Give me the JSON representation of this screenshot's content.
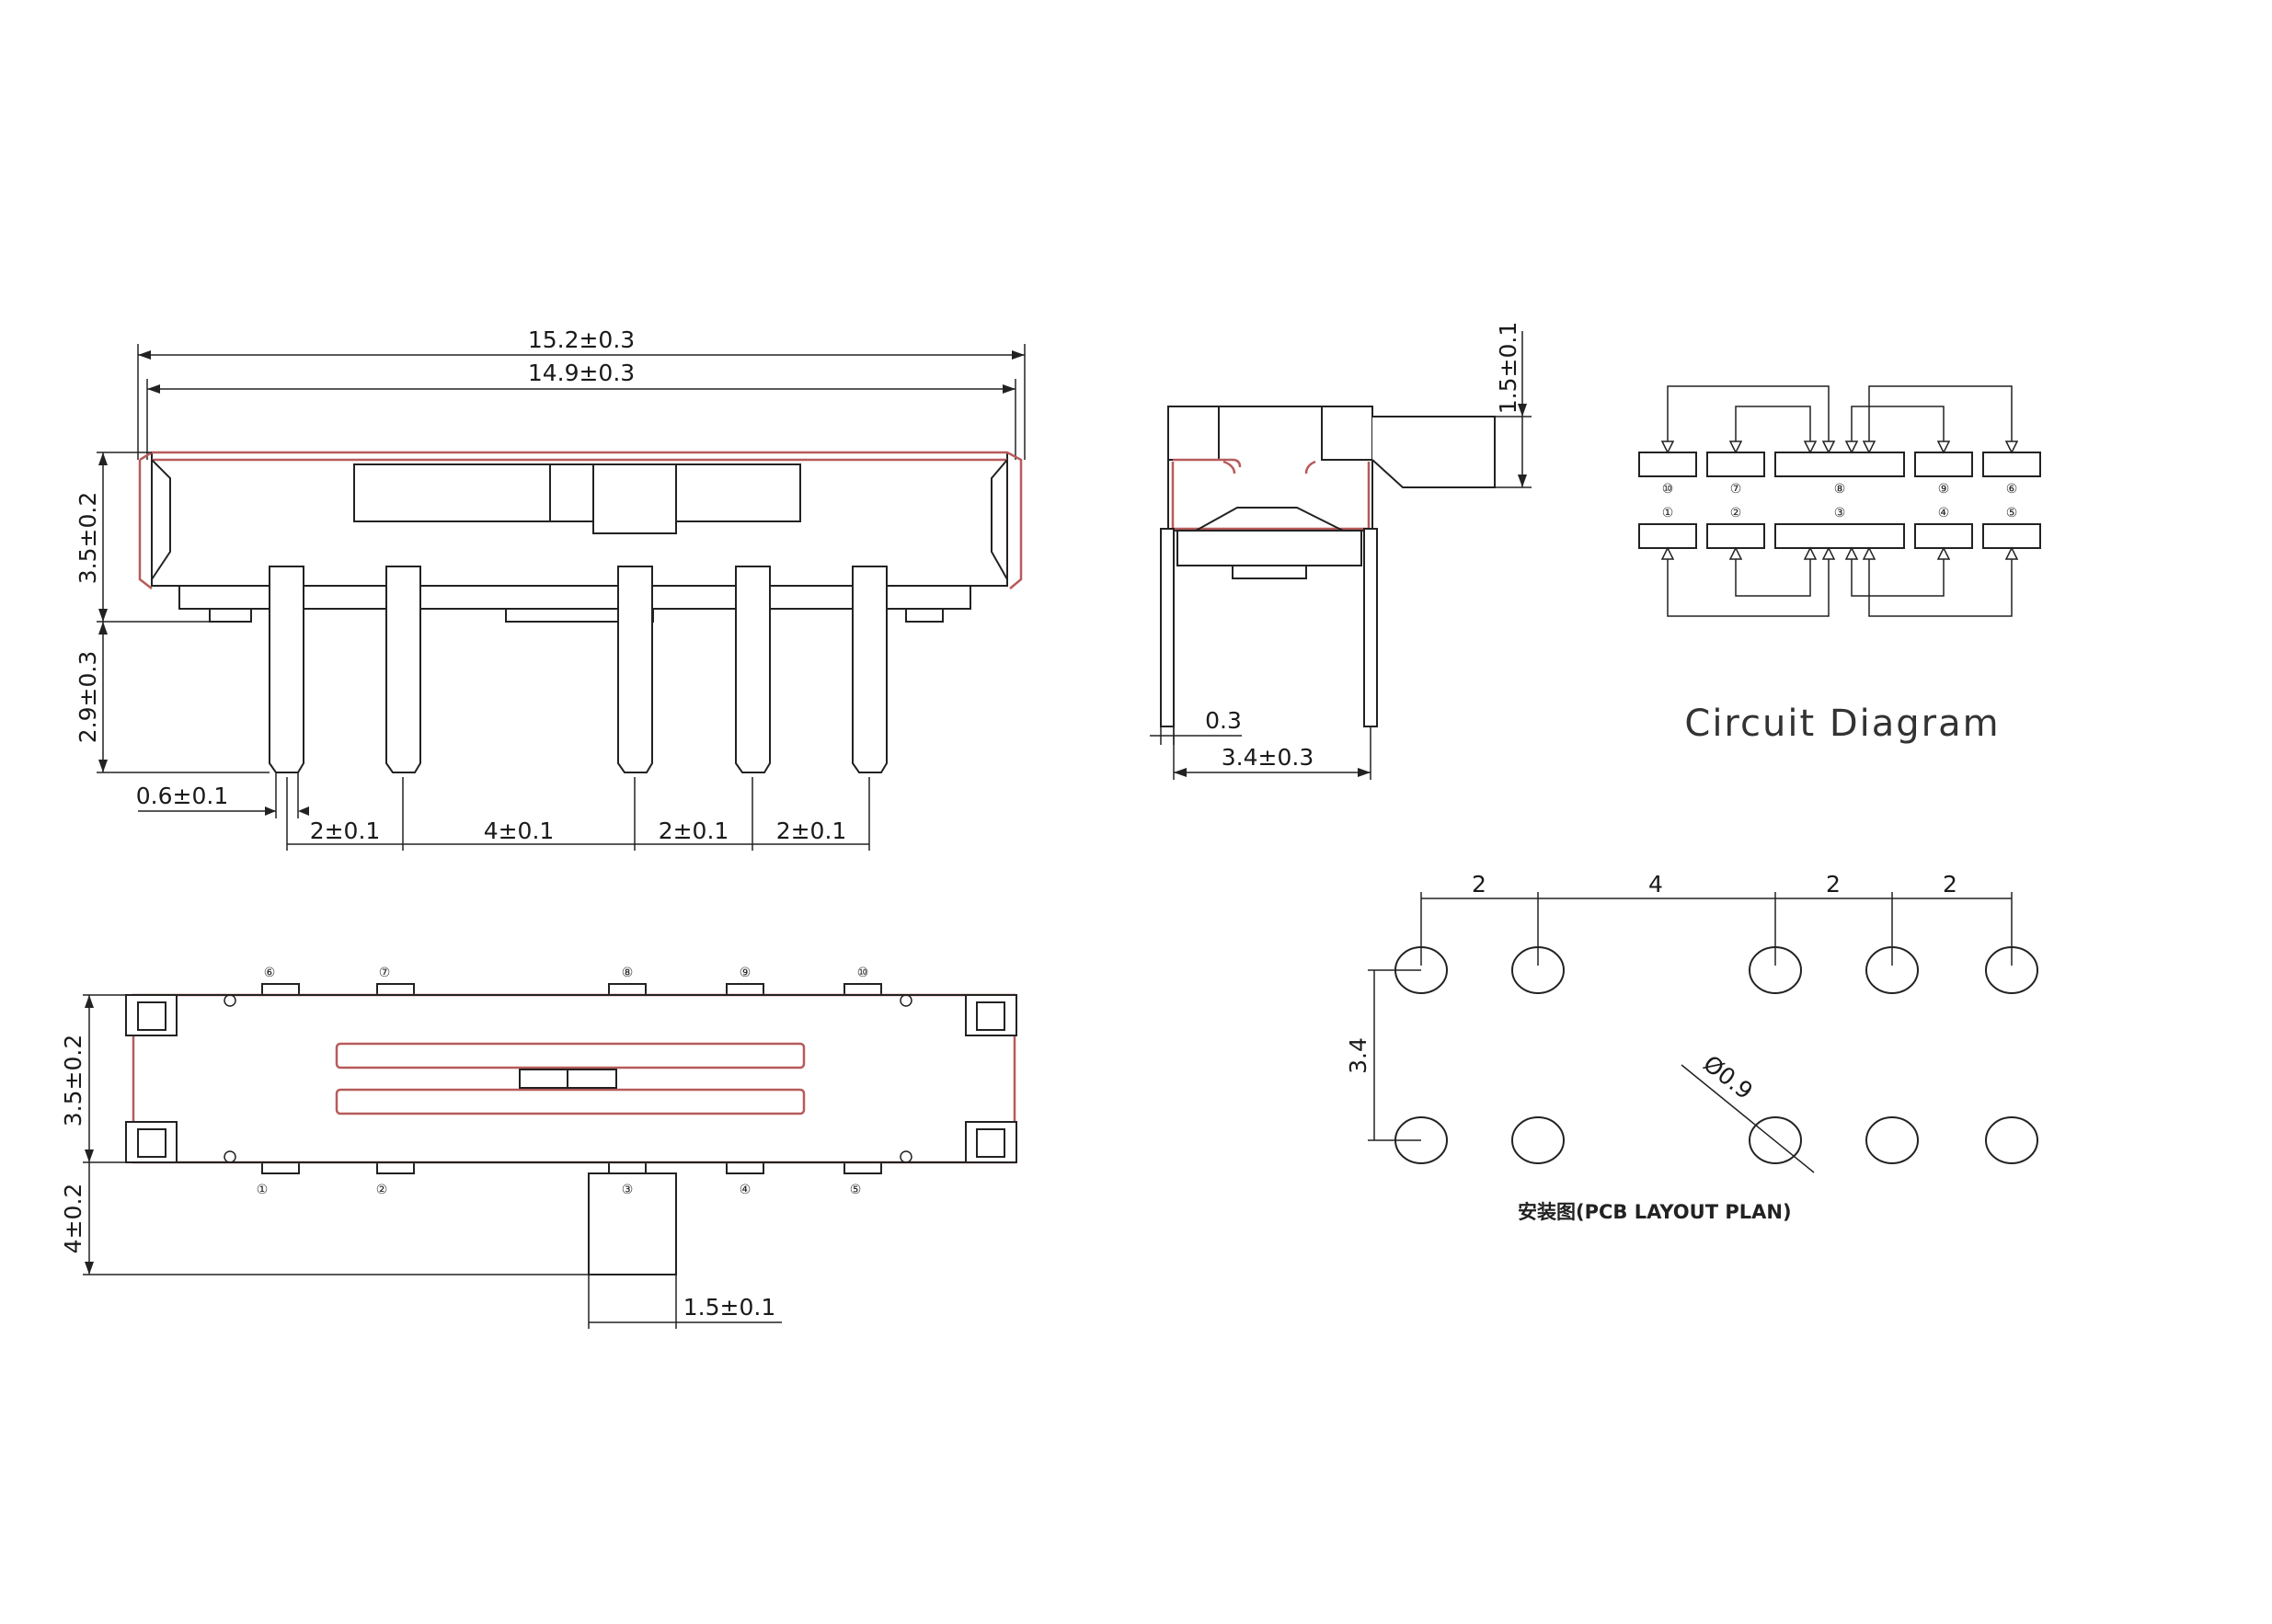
{
  "front_view": {
    "dims": {
      "overall_length": "15.2±0.3",
      "inner_length": "14.9±0.3",
      "body_height": "3.5±0.2",
      "pin_length": "2.9±0.3",
      "pin_width": "0.6±0.1",
      "pitch_1": "2±0.1",
      "pitch_2": "4±0.1",
      "pitch_3": "2±0.1",
      "pitch_4": "2±0.1"
    }
  },
  "side_view": {
    "dims": {
      "actuator_height": "1.5±0.1",
      "pin_thickness": "0.3",
      "depth": "3.4±0.3"
    }
  },
  "circuit": {
    "title": "Circuit Diagram",
    "top_pins": [
      "⑩",
      "⑦",
      "⑧",
      "⑨",
      "⑥"
    ],
    "bottom_pins": [
      "①",
      "②",
      "③",
      "④",
      "⑤"
    ]
  },
  "top_view": {
    "dims": {
      "body_width": "3.5±0.2",
      "actuator_travel": "4±0.2",
      "actuator_width": "1.5±0.1"
    },
    "top_pins": [
      "⑥",
      "⑦",
      "⑧",
      "⑨",
      "⑩"
    ],
    "bottom_pins": [
      "①",
      "②",
      "③",
      "④",
      "⑤"
    ]
  },
  "pcb_layout": {
    "title": "安装图(PCB LAYOUT PLAN)",
    "pitches": [
      "2",
      "4",
      "2",
      "2"
    ],
    "row_spacing": "3.4",
    "hole_diameter": "Ø0.9"
  }
}
